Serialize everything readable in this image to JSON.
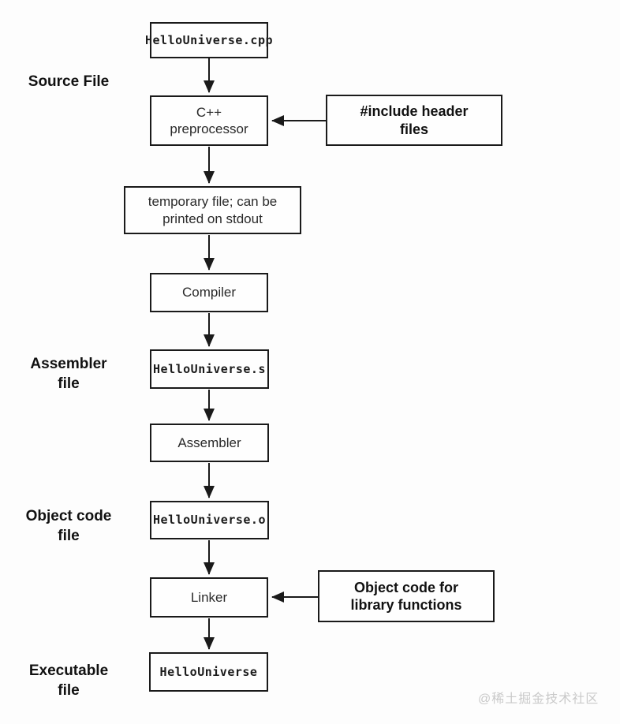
{
  "diagram": {
    "nodes": {
      "source_file": "HelloUniverse.cpp",
      "preprocessor": "C++\npreprocessor",
      "include_headers": "#include header\nfiles",
      "temp_file": "temporary file; can be\nprinted on stdout",
      "compiler": "Compiler",
      "assembler_file": "HelloUniverse.s",
      "assembler": "Assembler",
      "object_file": "HelloUniverse.o",
      "linker": "Linker",
      "object_lib": "Object code for\nlibrary functions",
      "executable": "HelloUniverse"
    },
    "stage_labels": {
      "source": "Source File",
      "assembler": "Assembler\nfile",
      "object": "Object code\nfile",
      "executable": "Executable\nfile"
    },
    "watermark": "@稀土掘金技术社区",
    "colors": {
      "line": "#1a1a1a",
      "background": "#fdfdfd",
      "watermark": "#c9c9c9"
    }
  }
}
